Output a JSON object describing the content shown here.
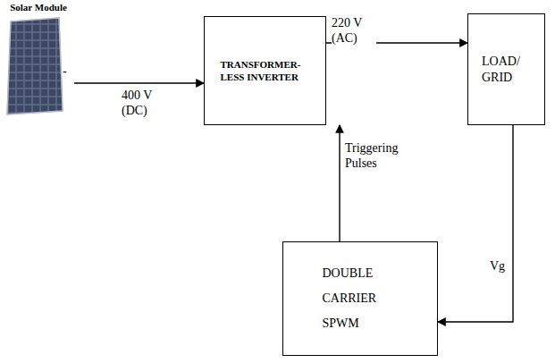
{
  "diagram": {
    "nodes": [
      {
        "text": [
          "Solar Module"
        ]
      },
      {
        "text": [
          "TRANSFORMER-LESS INVERTER"
        ]
      },
      {
        "text": [
          "LOAD/ GRID"
        ]
      },
      {
        "text": [
          "DOUBLE CARRIER SPWM"
        ]
      }
    ],
    "edges": [
      {
        "from": 0,
        "to": 1,
        "arrow": "to",
        "label": "400 V (DC)"
      },
      {
        "from": 1,
        "to": 2,
        "arrow": "to",
        "label": "220 V (AC)"
      },
      {
        "from": 2,
        "to": 3,
        "arrow": "to",
        "label": "Vg"
      },
      {
        "from": 3,
        "to": 1,
        "arrow": "to",
        "label": "Triggering Pulses"
      }
    ],
    "labels": [
      "-"
    ]
  }
}
